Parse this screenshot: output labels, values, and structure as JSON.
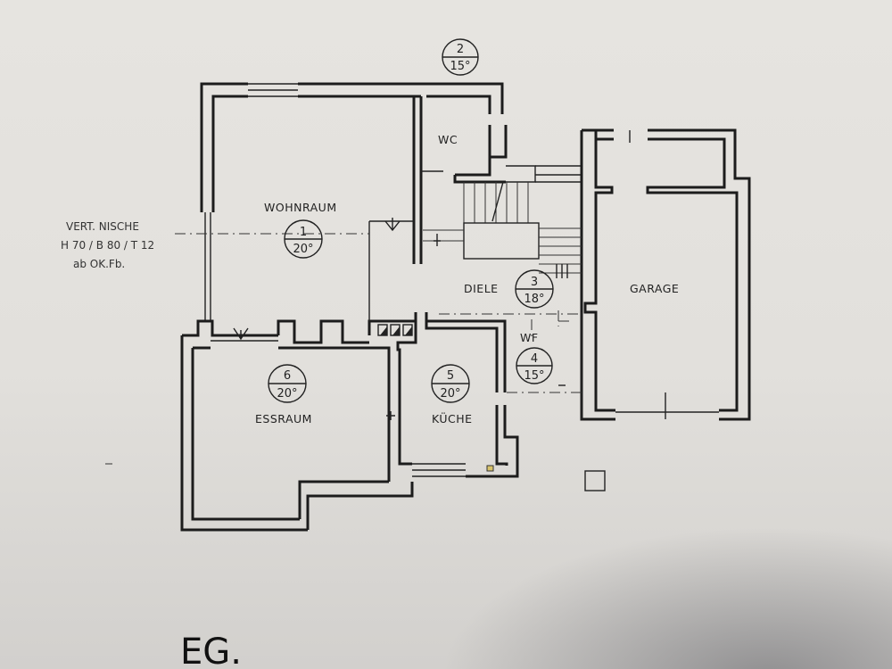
{
  "plan": {
    "title": "EG.",
    "note": {
      "line1": "VERT. NISCHE",
      "line2": "H 70 / B 80 / T 12",
      "line3": "ab OK.Fb."
    },
    "rooms": [
      {
        "key": "wohnraum",
        "name": "WOHNRAUM",
        "number": "1",
        "temp": "20°"
      },
      {
        "key": "wc",
        "name": "WC",
        "number": "2",
        "temp": "15°"
      },
      {
        "key": "diele",
        "name": "DIELE",
        "number": "3",
        "temp": "18°"
      },
      {
        "key": "wf",
        "name": "WF",
        "number": "4",
        "temp": "15°"
      },
      {
        "key": "kueche",
        "name": "KÜCHE",
        "number": "5",
        "temp": "20°"
      },
      {
        "key": "essraum",
        "name": "ESSRAUM",
        "number": "6",
        "temp": "20°"
      },
      {
        "key": "garage",
        "name": "GARAGE",
        "number": "",
        "temp": ""
      }
    ]
  }
}
